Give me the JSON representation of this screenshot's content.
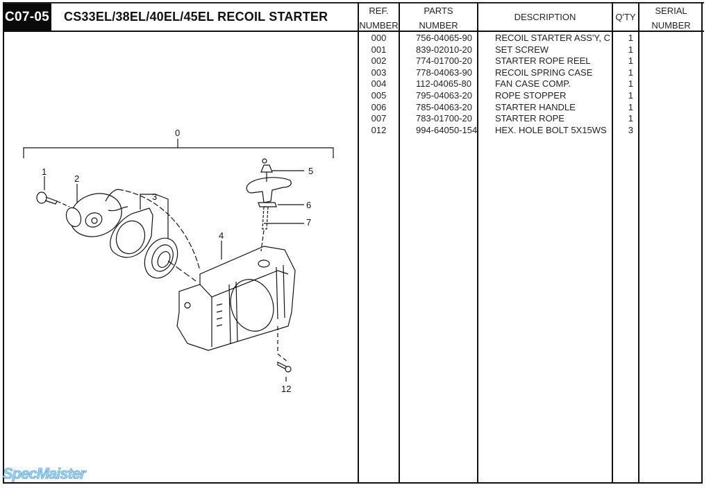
{
  "header": {
    "code": "C07-05",
    "title": "CS33EL/38EL/40EL/45EL  RECOIL STARTER"
  },
  "table": {
    "columns": [
      {
        "line1": "REF.",
        "line2": "NUMBER"
      },
      {
        "line1": "PARTS",
        "line2": "NUMBER"
      },
      {
        "line1": "DESCRIPTION",
        "line2": ""
      },
      {
        "line1": "Q'TY",
        "line2": ""
      },
      {
        "line1": "SERIAL",
        "line2": "NUMBER"
      }
    ],
    "rows": [
      {
        "ref": "000",
        "part": "756-04065-90",
        "desc": "RECOIL STARTER ASS'Y, C",
        "qty": "1",
        "serial": ""
      },
      {
        "ref": "001",
        "part": "839-02010-20",
        "desc": "SET SCREW",
        "qty": "1",
        "serial": ""
      },
      {
        "ref": "002",
        "part": "774-01700-20",
        "desc": "STARTER ROPE REEL",
        "qty": "1",
        "serial": ""
      },
      {
        "ref": "003",
        "part": "778-04063-90",
        "desc": "RECOIL SPRING CASE",
        "qty": "1",
        "serial": ""
      },
      {
        "ref": "004",
        "part": "112-04065-80",
        "desc": "FAN CASE COMP.",
        "qty": "1",
        "serial": ""
      },
      {
        "ref": "005",
        "part": "795-04063-20",
        "desc": "ROPE STOPPER",
        "qty": "1",
        "serial": ""
      },
      {
        "ref": "006",
        "part": "785-04063-20",
        "desc": "STARTER HANDLE",
        "qty": "1",
        "serial": ""
      },
      {
        "ref": "007",
        "part": "783-01700-20",
        "desc": "STARTER ROPE",
        "qty": "1",
        "serial": ""
      },
      {
        "ref": "012",
        "part": "994-64050-154",
        "desc": "HEX. HOLE BOLT 5X15WS",
        "qty": "3",
        "serial": ""
      }
    ]
  },
  "diagram": {
    "callouts": {
      "assembly": "0",
      "set_screw": "1",
      "rope_reel": "2",
      "spring_case": "3",
      "fan_case": "4",
      "rope_stopper": "5",
      "handle": "6",
      "rope": "7",
      "bolt": "12"
    }
  },
  "watermark": "SpecMaister"
}
